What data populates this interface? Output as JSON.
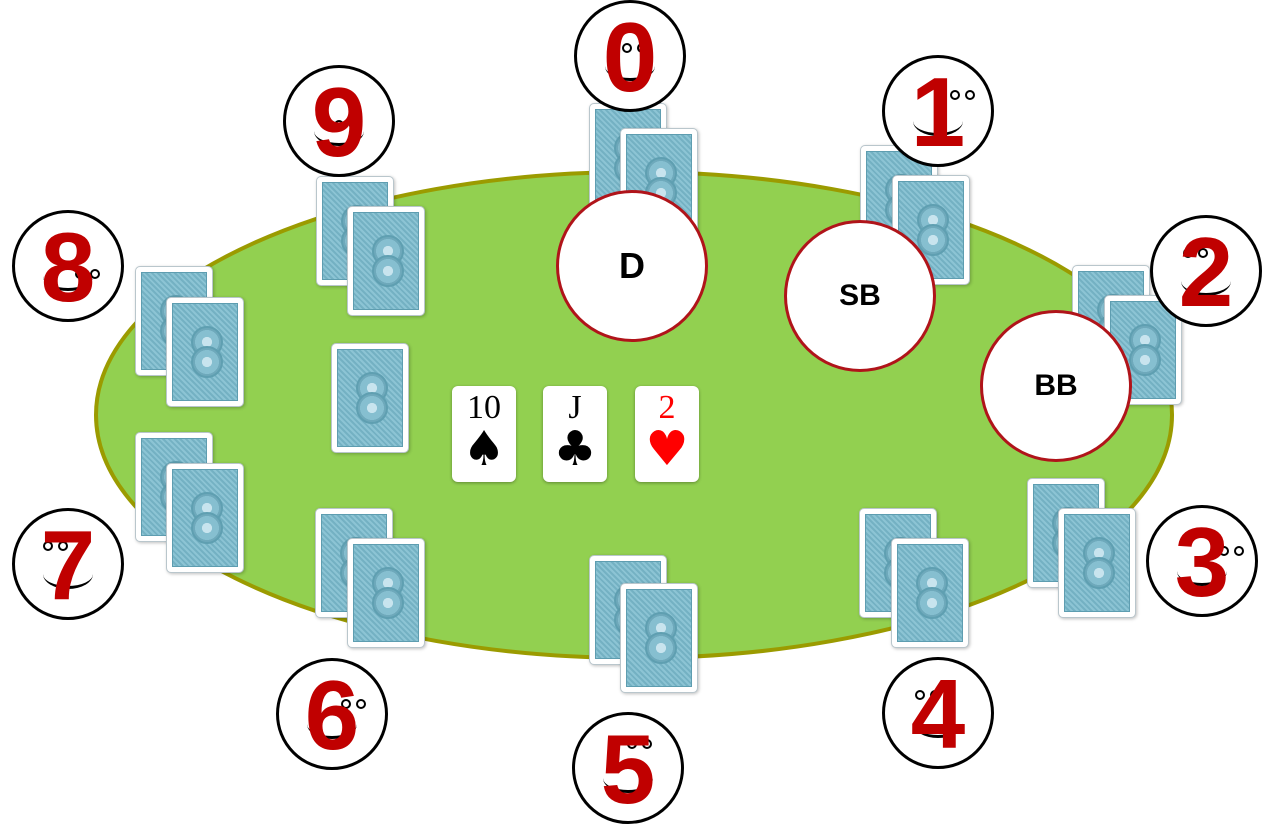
{
  "table": {
    "felt_color": "#92d050",
    "rim_color": "#9b9b00"
  },
  "seats": [
    {
      "number": "0"
    },
    {
      "number": "1"
    },
    {
      "number": "2"
    },
    {
      "number": "3"
    },
    {
      "number": "4"
    },
    {
      "number": "5"
    },
    {
      "number": "6"
    },
    {
      "number": "7"
    },
    {
      "number": "8"
    },
    {
      "number": "9"
    }
  ],
  "markers": {
    "dealer": "D",
    "small_blind": "SB",
    "big_blind": "BB"
  },
  "community_cards": [
    {
      "rank": "10",
      "suit": "♠",
      "color": "#000000"
    },
    {
      "rank": "J",
      "suit": "♣",
      "color": "#000000"
    },
    {
      "rank": "2",
      "suit": "♥",
      "color": "#ff0000"
    }
  ],
  "colors": {
    "seat_number": "#c00000",
    "marker_border": "#b0141a",
    "card_back": "#8cc4d4"
  },
  "icons": {
    "card_back": "card-back-icon",
    "seat_face": "smiley-face-icon"
  }
}
